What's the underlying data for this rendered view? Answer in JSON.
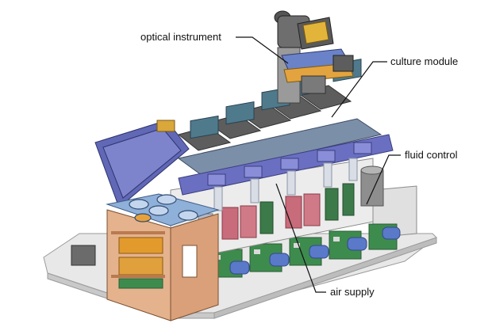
{
  "labels": {
    "optical_instrument": "optical instrument",
    "culture_module": "culture module",
    "fluid_control": "fluid control",
    "air_supply": "air supply"
  }
}
